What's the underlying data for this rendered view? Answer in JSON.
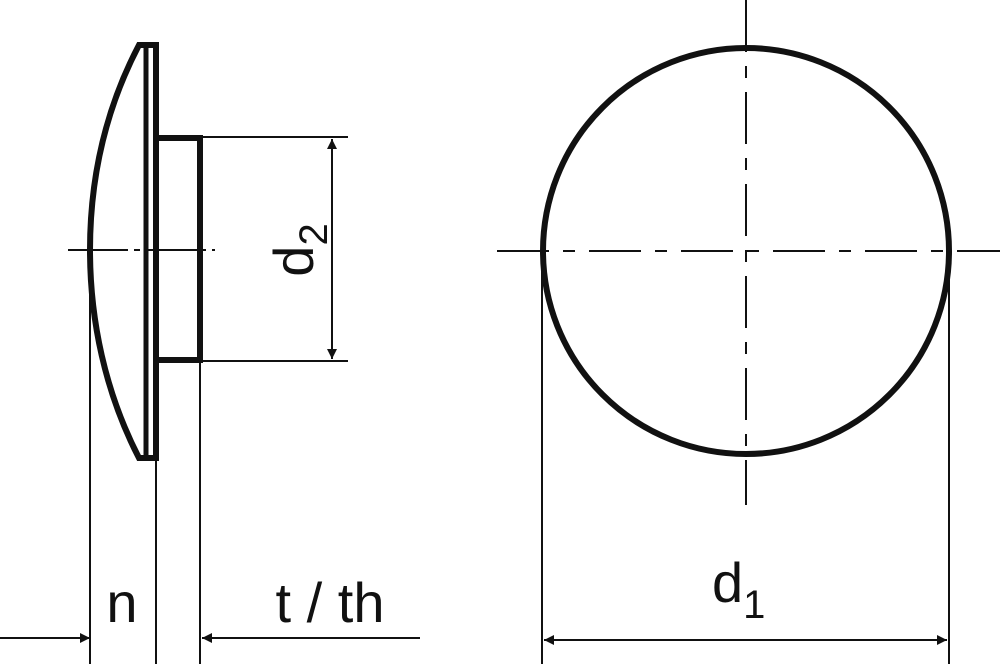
{
  "labels": {
    "d2_main": "d",
    "d2_sub": "2",
    "n": "n",
    "t_th": "t / th",
    "d1_main": "d",
    "d1_sub": "1"
  },
  "colors": {
    "line": "#111111",
    "background": "#ffffff"
  }
}
